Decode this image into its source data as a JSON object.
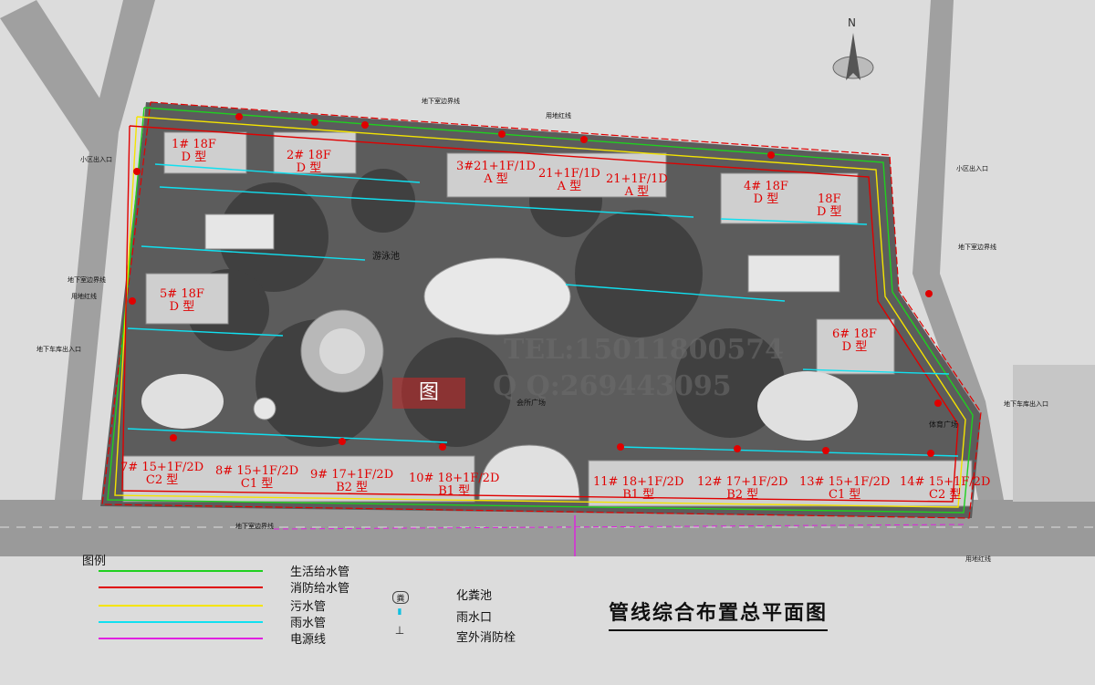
{
  "title": "管线综合布置总平面图",
  "north_label": "N",
  "watermark": {
    "tel": "TEL:15011800574",
    "qq": "Q Q:269443095",
    "stamp": "图"
  },
  "colors": {
    "water": "#1fd01f",
    "fire": "#e00000",
    "sewage": "#f4e400",
    "rain": "#10e0f0",
    "power": "#e020e0"
  },
  "buildings": [
    {
      "no": "1#",
      "floors": "18F",
      "type": "D 型"
    },
    {
      "no": "2#",
      "floors": "18F",
      "type": "D 型"
    },
    {
      "no": "3#",
      "floors": "21+1F/1D",
      "type": "A 型"
    },
    {
      "no": "",
      "floors": "21+1F/1D",
      "type": "A 型"
    },
    {
      "no": "",
      "floors": "21+1F/1D",
      "type": "A 型"
    },
    {
      "no": "4#",
      "floors": "18F",
      "type": "D 型"
    },
    {
      "no": "",
      "floors": "18F",
      "type": "D 型"
    },
    {
      "no": "5#",
      "floors": "18F",
      "type": "D 型"
    },
    {
      "no": "6#",
      "floors": "18F",
      "type": "D 型"
    },
    {
      "no": "7#",
      "floors": "15+1F/2D",
      "type": "C2 型"
    },
    {
      "no": "8#",
      "floors": "15+1F/2D",
      "type": "C1 型"
    },
    {
      "no": "9#",
      "floors": "17+1F/2D",
      "type": "B2 型"
    },
    {
      "no": "10#",
      "floors": "18+1F/2D",
      "type": "B1 型"
    },
    {
      "no": "11#",
      "floors": "18+1F/2D",
      "type": "B1 型"
    },
    {
      "no": "12#",
      "floors": "17+1F/2D",
      "type": "B2 型"
    },
    {
      "no": "13#",
      "floors": "15+1F/2D",
      "type": "C1 型"
    },
    {
      "no": "14#",
      "floors": "15+1F/2D",
      "type": "C2 型"
    }
  ],
  "labels": {
    "pool": "游泳池",
    "plaza": "会所广场",
    "sports": "体育广场",
    "entrance_nw": "小区出入口",
    "entrance_ne": "小区出入口",
    "garage_w": "地下车库出入口",
    "garage_e": "地下车库出入口",
    "basement_line_n": "地下室边界线",
    "basement_line_e": "地下室边界线",
    "basement_line_w": "地下室边界线",
    "basement_line_s": "地下室边界线",
    "redline_n": "用地红线",
    "redline_w": "用地红线",
    "redline_s": "用地红线"
  },
  "legend": {
    "title": "图例",
    "lines": [
      {
        "label": "生活给水管",
        "color": "#1fd01f"
      },
      {
        "label": "消防给水管",
        "color": "#e00000"
      },
      {
        "label": "污水管",
        "color": "#f4e400"
      },
      {
        "label": "雨水管",
        "color": "#10e0f0"
      },
      {
        "label": "电源线",
        "color": "#e020e0"
      }
    ],
    "symbols": [
      {
        "label": "化粪池",
        "glyph": "粪"
      },
      {
        "label": "雨水口",
        "glyph": "▮"
      },
      {
        "label": "室外消防栓",
        "glyph": "⊥"
      }
    ]
  }
}
